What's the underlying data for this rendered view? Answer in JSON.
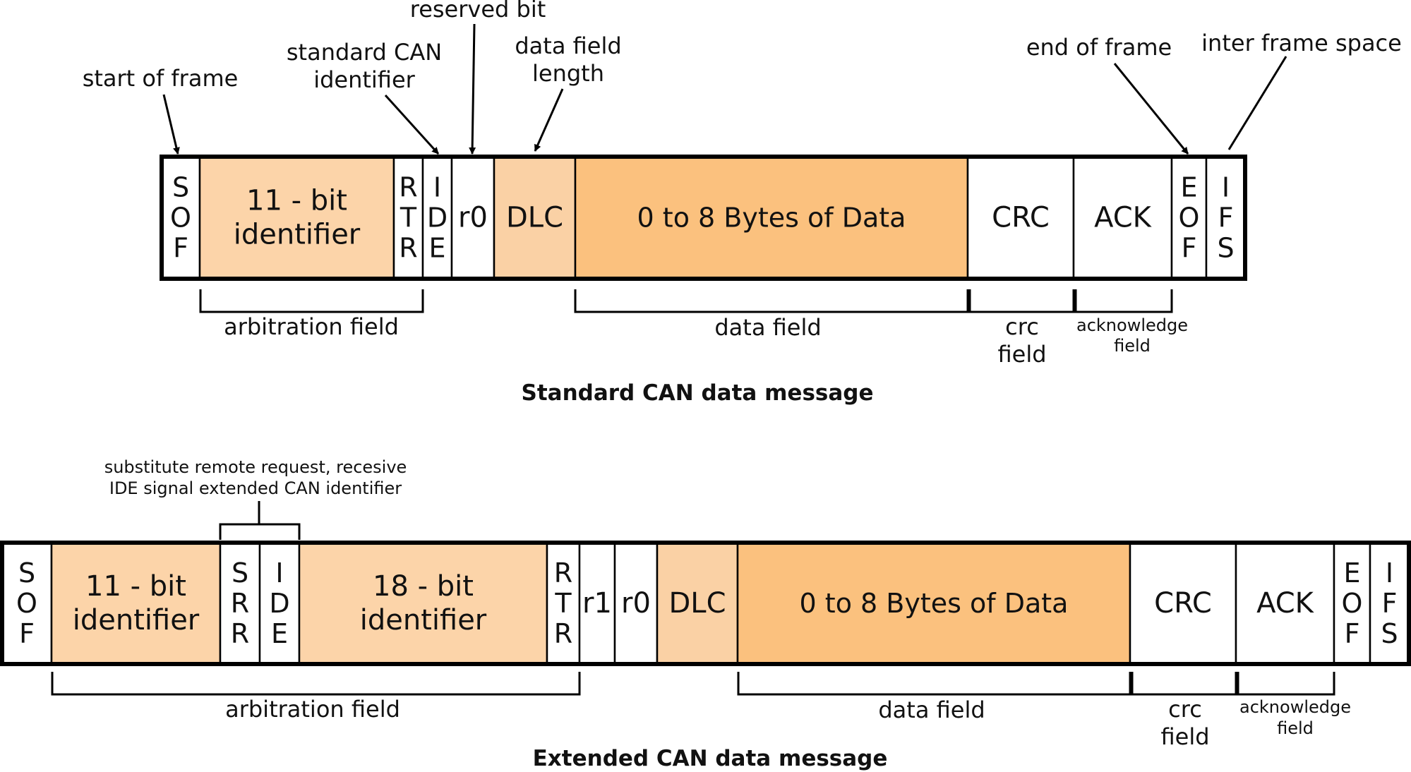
{
  "colors": {
    "light": "#FCD4A9",
    "medium": "#FAD1A5",
    "dark": "#FBC17E",
    "white": "#FFFFFF",
    "border": "#000000"
  },
  "standard": {
    "title": "Standard CAN  data message",
    "annotations": {
      "start_of_frame": "start of frame",
      "std_identifier_1": "standard CAN",
      "std_identifier_2": "identifier",
      "reserved_bit": "reserved bit",
      "dlc_1": "data field",
      "dlc_2": "length",
      "end_of_frame": "end of frame",
      "ifs": "inter frame space"
    },
    "cells": [
      {
        "lines": [
          "S",
          "O",
          "F"
        ],
        "fill": "white"
      },
      {
        "lines": [
          "11 - bit",
          "identifier"
        ],
        "fill": "light"
      },
      {
        "lines": [
          "R",
          "T",
          "R"
        ],
        "fill": "white"
      },
      {
        "lines": [
          "I",
          "D",
          "E"
        ],
        "fill": "white"
      },
      {
        "lines": [
          "r0"
        ],
        "fill": "white"
      },
      {
        "lines": [
          "DLC"
        ],
        "fill": "medium"
      },
      {
        "lines": [
          "0 to 8 Bytes of Data"
        ],
        "fill": "dark"
      },
      {
        "lines": [
          "CRC"
        ],
        "fill": "white"
      },
      {
        "lines": [
          "ACK"
        ],
        "fill": "white"
      },
      {
        "lines": [
          "E",
          "O",
          "F"
        ],
        "fill": "white"
      },
      {
        "lines": [
          "I",
          "F",
          "S"
        ],
        "fill": "white"
      }
    ],
    "groups": {
      "arbitration": "arbitration field",
      "data": "data field",
      "crc_1": "crc",
      "crc_2": "field",
      "ack_1": "acknowledge",
      "ack_2": "field"
    }
  },
  "extended": {
    "title": "Extended CAN  data message",
    "annotation_1": "substitute remote request, recesive",
    "annotation_2": "IDE signal extended CAN identifier",
    "cells": [
      {
        "lines": [
          "S",
          "O",
          "F"
        ],
        "fill": "white"
      },
      {
        "lines": [
          "11 - bit",
          "identifier"
        ],
        "fill": "light"
      },
      {
        "lines": [
          "S",
          "R",
          "R"
        ],
        "fill": "white"
      },
      {
        "lines": [
          "I",
          "D",
          "E"
        ],
        "fill": "white"
      },
      {
        "lines": [
          "18 - bit",
          "identifier"
        ],
        "fill": "light"
      },
      {
        "lines": [
          "R",
          "T",
          "R"
        ],
        "fill": "white"
      },
      {
        "lines": [
          "r1"
        ],
        "fill": "white"
      },
      {
        "lines": [
          "r0"
        ],
        "fill": "white"
      },
      {
        "lines": [
          "DLC"
        ],
        "fill": "medium"
      },
      {
        "lines": [
          "0 to 8 Bytes of Data"
        ],
        "fill": "dark"
      },
      {
        "lines": [
          "CRC"
        ],
        "fill": "white"
      },
      {
        "lines": [
          "ACK"
        ],
        "fill": "white"
      },
      {
        "lines": [
          "E",
          "O",
          "F"
        ],
        "fill": "white"
      },
      {
        "lines": [
          "I",
          "F",
          "S"
        ],
        "fill": "white"
      }
    ],
    "groups": {
      "arbitration": "arbitration field",
      "data": "data field",
      "crc_1": "crc",
      "crc_2": "field",
      "ack_1": "acknowledge",
      "ack_2": "field"
    }
  }
}
